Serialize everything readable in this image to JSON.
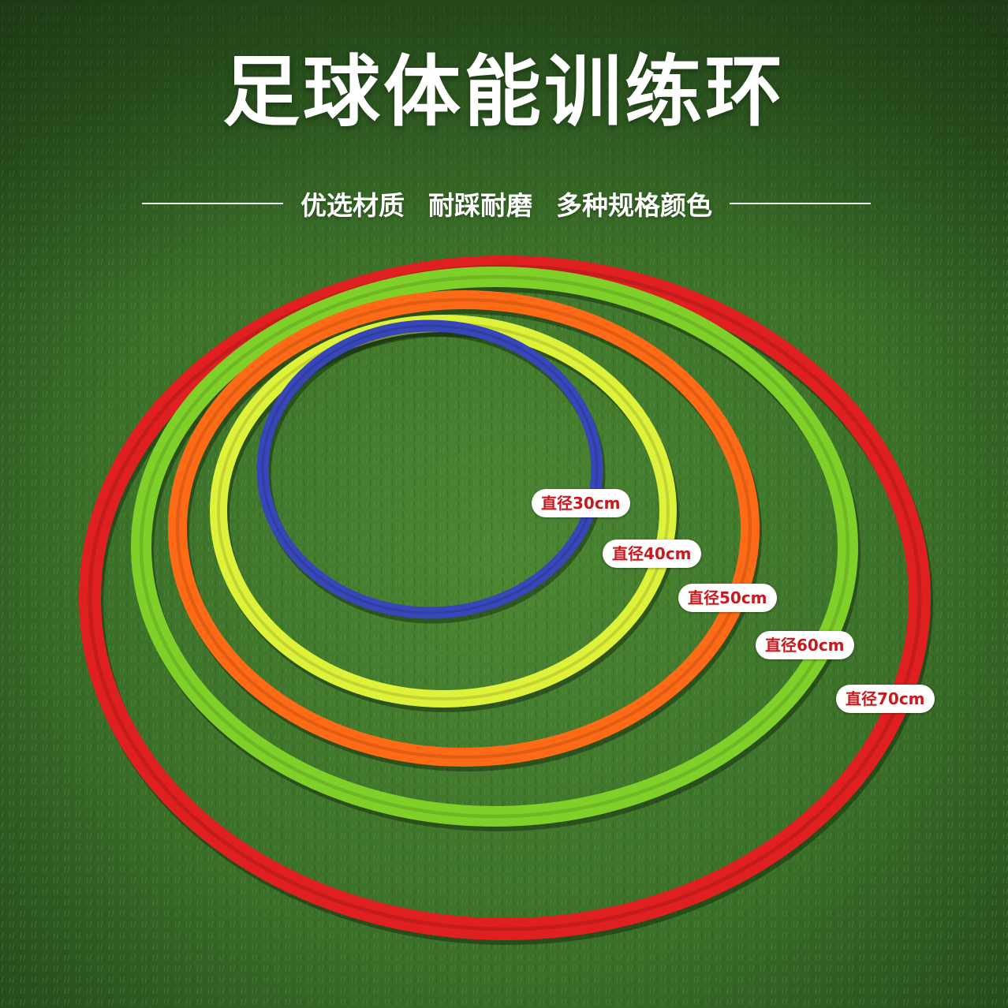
{
  "title": "足球体能训练环",
  "subtitle": {
    "items": [
      "优选材质",
      "耐踩耐磨",
      "多种规格颜色"
    ]
  },
  "rings": [
    {
      "label": "直径30cm",
      "color": "#3746b8"
    },
    {
      "label": "直径40cm",
      "color": "#dff23a"
    },
    {
      "label": "直径50cm",
      "color": "#ff6a16"
    },
    {
      "label": "直径60cm",
      "color": "#7fd12a"
    },
    {
      "label": "直径70cm",
      "color": "#e02020"
    }
  ],
  "colors": {
    "grass_dark": "#244a1c",
    "grass_light": "#4f8a36",
    "label_text": "#c8191e"
  }
}
